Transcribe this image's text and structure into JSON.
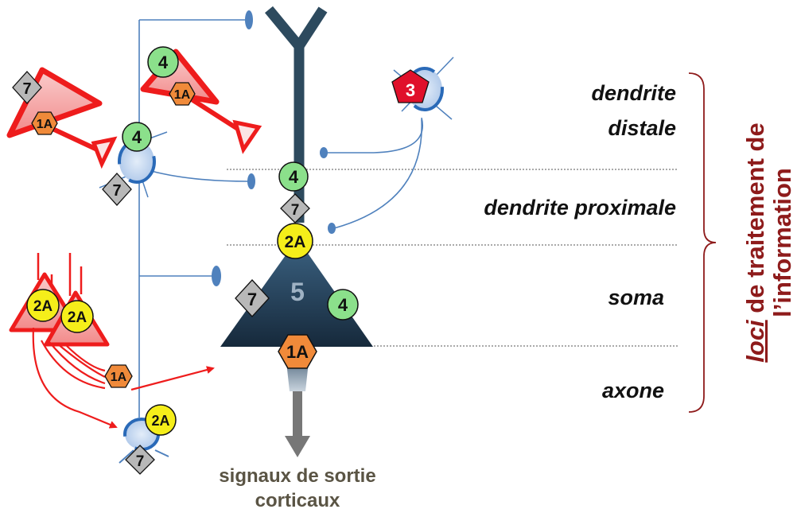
{
  "regions": {
    "dendrite_distale_line1": "dendrite",
    "dendrite_distale_line2": "distale",
    "dendrite_proximale": "dendrite proximale",
    "soma": "soma",
    "axone": "axone"
  },
  "side_label": {
    "italic_word": "loci",
    "rest_line1": " de traitement de",
    "line2": "l’information"
  },
  "output": {
    "line1": "signaux de sortie",
    "line2": "corticaux"
  },
  "soma_number": "5",
  "badges": {
    "b4_top_interneuron": "4",
    "b1A_top_pyr": "1A",
    "b7_left_pyr": "7",
    "b1A_left_pyr": "1A",
    "b4_basket": "4",
    "b7_basket": "7",
    "b3_martinotti": "3",
    "b4_dendrite": "4",
    "b7_dendrite": "7",
    "b2A_dendrite": "2A",
    "b7_soma": "7",
    "b4_soma": "4",
    "b1A_axon": "1A",
    "b2A_group_a": "2A",
    "b2A_group_b": "2A",
    "b1A_group": "1A",
    "b2A_bottom": "2A",
    "b7_bottom": "7"
  },
  "colors": {
    "receptor_4": "#8be08b",
    "receptor_2A": "#f5ee1a",
    "receptor_1A": "#f08a3a",
    "receptor_7": "#b8b8b8",
    "receptor_3": "#e0102a",
    "excitatory": "#ee1c1c",
    "inhibitory": "#4f81bd",
    "pyramidal_neuron": "#1f3b52",
    "label_red": "#8e1b1b"
  }
}
